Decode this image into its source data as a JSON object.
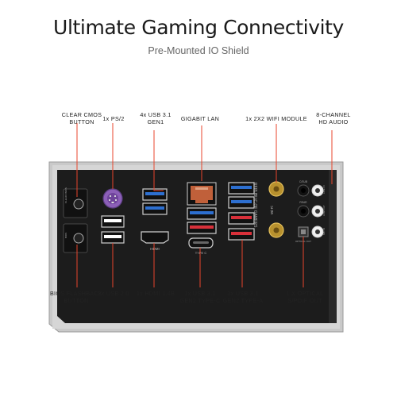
{
  "title": "Ultimate Gaming Connectivity",
  "subtitle": "Pre-Mounted IO Shield",
  "labels_top": [
    {
      "id": "clear-cmos",
      "line1": "CLEAR CMOS",
      "line2": "BUTTON"
    },
    {
      "id": "ps2",
      "line1": "1x PS/2",
      "line2": ""
    },
    {
      "id": "usb31-gen1",
      "line1": "4x USB 3.1",
      "line2": "GEN1"
    },
    {
      "id": "lan",
      "line1": "GIGABIT LAN",
      "line2": ""
    },
    {
      "id": "wifi",
      "line1": "1x 2X2 WIFI MODULE",
      "line2": ""
    },
    {
      "id": "audio",
      "line1": "8-CHANNEL",
      "line2": "HD AUDIO"
    }
  ],
  "labels_bottom": [
    {
      "id": "bios",
      "line1": "BIOS FLASHBACK",
      "line2": "BUTTON"
    },
    {
      "id": "usb20",
      "line1": "2x USB 2.0",
      "line2": ""
    },
    {
      "id": "hdmi",
      "line1": "1x HDMI 1.4B",
      "line2": ""
    },
    {
      "id": "typec",
      "line1": "1x USB 3.1",
      "line2": "GEN2 TYPE-C"
    },
    {
      "id": "typea",
      "line1": "3x USB 3.1",
      "line2": "GEN2 TYPE-A"
    },
    {
      "id": "optical",
      "line1": "1 X OPTICAL",
      "line2": "S/PDIF OUT"
    }
  ],
  "panel_text": {
    "hdmi": "HDMI",
    "typec": "TYPE C",
    "wifi": "Wi-Fi",
    "brand": "REPUBLIC OF GAMERS",
    "clear_cmos": "CLEAR CMOS",
    "bios": "BIOS",
    "center": "C/SUB",
    "rear": "REAR",
    "optical": "OPTICAL OUT",
    "mic_in": "MIC IN",
    "line_in": "LINE IN",
    "line_out": "LINE OUT"
  },
  "colors": {
    "accent_line": "#e8452c",
    "shield_dark": "#1d1d1d",
    "usb_blue": "#2d6fd0",
    "usb_red": "#d8303a"
  }
}
